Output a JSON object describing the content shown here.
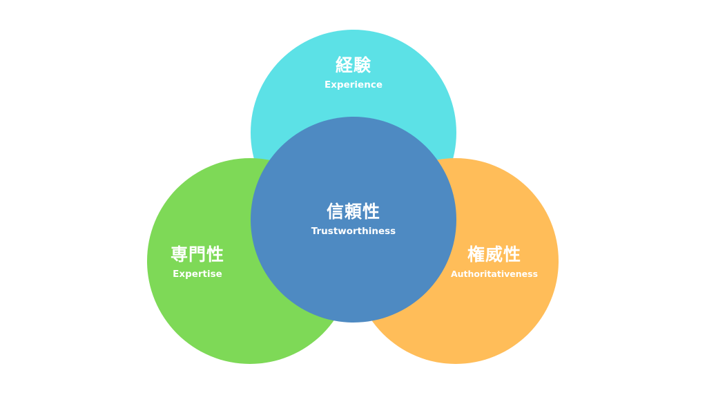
{
  "diagram": {
    "nodes": {
      "experience": {
        "jp": "経験",
        "en": "Experience",
        "color": "#5ce1e6"
      },
      "expertise": {
        "jp": "専門性",
        "en": "Expertise",
        "color": "#7ed957"
      },
      "authoritativeness": {
        "jp": "権威性",
        "en": "Authoritativeness",
        "color": "#ffbd59"
      },
      "trustworthiness": {
        "jp": "信頼性",
        "en": "Trustworthiness",
        "color": "#4e8ac2"
      }
    }
  }
}
